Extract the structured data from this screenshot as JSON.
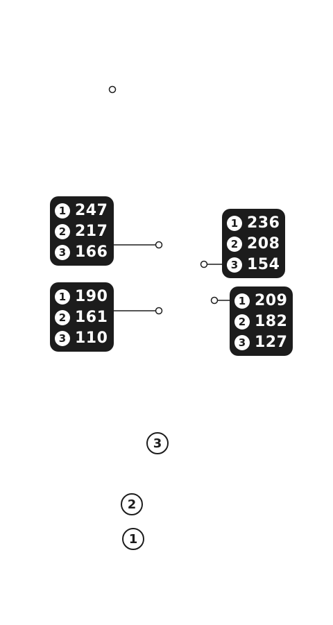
{
  "callouts": [
    {
      "id": "top-left",
      "rows": [
        {
          "rank": "1",
          "value": "247"
        },
        {
          "rank": "2",
          "value": "217"
        },
        {
          "rank": "3",
          "value": "166"
        }
      ]
    },
    {
      "id": "bottom-left",
      "rows": [
        {
          "rank": "1",
          "value": "190"
        },
        {
          "rank": "2",
          "value": "161"
        },
        {
          "rank": "3",
          "value": "110"
        }
      ]
    },
    {
      "id": "top-right",
      "rows": [
        {
          "rank": "1",
          "value": "236"
        },
        {
          "rank": "2",
          "value": "208"
        },
        {
          "rank": "3",
          "value": "154"
        }
      ]
    },
    {
      "id": "bottom-right",
      "rows": [
        {
          "rank": "1",
          "value": "209"
        },
        {
          "rank": "2",
          "value": "182"
        },
        {
          "rank": "3",
          "value": "127"
        }
      ]
    }
  ],
  "markers": [
    "3",
    "2",
    "1"
  ],
  "colors": {
    "callout_bg": "#1c1c1c",
    "text": "#ffffff",
    "stroke": "#1c1c1c"
  }
}
